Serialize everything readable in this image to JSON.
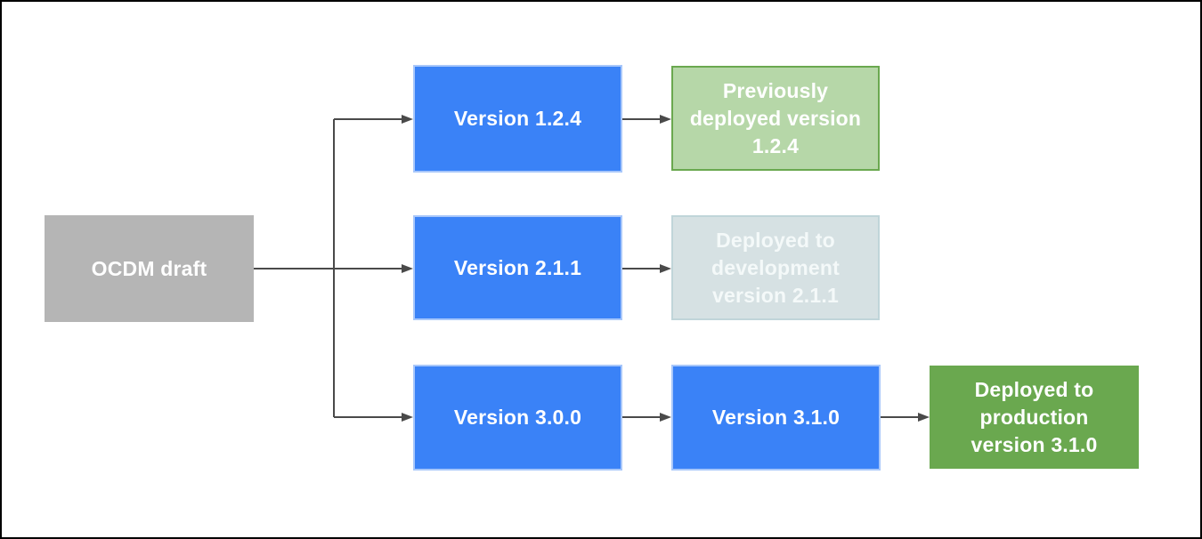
{
  "diagram": {
    "type": "flowchart",
    "nodes": [
      {
        "id": "ocdm-draft",
        "label": "OCDM draft",
        "role": "source",
        "fill": "#b5b5b5",
        "text_color": "#ffffff"
      },
      {
        "id": "version-1-2-4",
        "label": "Version 1.2.4",
        "role": "version",
        "fill": "#3a82f7",
        "text_color": "#ffffff"
      },
      {
        "id": "previously-deployed-1-2-4",
        "label": "Previously deployed version 1.2.4",
        "role": "status",
        "fill": "#b6d7a8",
        "border": "#6aa84f",
        "text_color": "#ffffff"
      },
      {
        "id": "version-2-1-1",
        "label": "Version 2.1.1",
        "role": "version",
        "fill": "#3a82f7",
        "text_color": "#ffffff"
      },
      {
        "id": "deployed-development-2-1-1",
        "label": "Deployed to development version 2.1.1",
        "role": "status",
        "fill": "#d6e1e3",
        "border": "#c0d5d9",
        "text_color": "#f4f9f9"
      },
      {
        "id": "version-3-0-0",
        "label": "Version 3.0.0",
        "role": "version",
        "fill": "#3a82f7",
        "text_color": "#ffffff"
      },
      {
        "id": "version-3-1-0",
        "label": "Version 3.1.0",
        "role": "version",
        "fill": "#3a82f7",
        "text_color": "#ffffff"
      },
      {
        "id": "deployed-production-3-1-0",
        "label": "Deployed to production version 3.1.0",
        "role": "status",
        "fill": "#6aa84f",
        "text_color": "#ffffff"
      }
    ],
    "edges": [
      {
        "from": "ocdm-draft",
        "to": "version-1-2-4"
      },
      {
        "from": "ocdm-draft",
        "to": "version-2-1-1"
      },
      {
        "from": "ocdm-draft",
        "to": "version-3-0-0"
      },
      {
        "from": "version-1-2-4",
        "to": "previously-deployed-1-2-4"
      },
      {
        "from": "version-2-1-1",
        "to": "deployed-development-2-1-1"
      },
      {
        "from": "version-3-0-0",
        "to": "version-3-1-0"
      },
      {
        "from": "version-3-1-0",
        "to": "deployed-production-3-1-0"
      }
    ],
    "colors": {
      "arrow": "#4a4a4a",
      "page_border": "#000000",
      "background": "#ffffff"
    }
  }
}
